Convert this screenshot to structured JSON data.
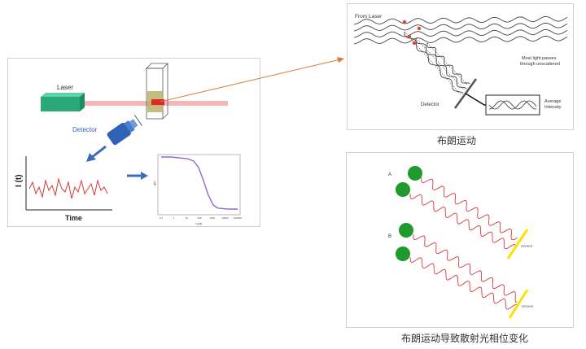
{
  "left_panel": {
    "laser_label": "Laser",
    "detector_label": "Detector",
    "intensity_axis_label": "I (t)",
    "time_axis_label": "Time",
    "correlation_tick_labels": [
      "0.1",
      "1",
      "10",
      "100",
      "1000",
      "10000",
      "100000"
    ],
    "correlation_xlabel": "τ (μs)",
    "correlation_ylabel": "g(τ)"
  },
  "top_right_panel": {
    "from_laser_label": "From Laser",
    "unscattered_label_line1": "Most light passes",
    "unscattered_label_line2": "through unscattered",
    "detector_label": "Detector",
    "average_label_line1": "Average",
    "average_label_line2": "Intensity"
  },
  "bottom_right_panel": {
    "label_a": "A",
    "label_b": "B",
    "screen_label_1": "Screen",
    "screen_label_2": "Screen"
  },
  "captions": {
    "top": "布朗运动",
    "bottom": "布朗运动导致散射光相位变化"
  },
  "colors": {
    "laser_box": "#2aa87a",
    "beam": "#f4a6a6",
    "detector": "#2f63b5",
    "signal_line": "#d8383a",
    "curve": "#8e6ad6",
    "arrow": "#d77b3a",
    "particle": "#1f9a2c",
    "screen": "#ffe000"
  }
}
